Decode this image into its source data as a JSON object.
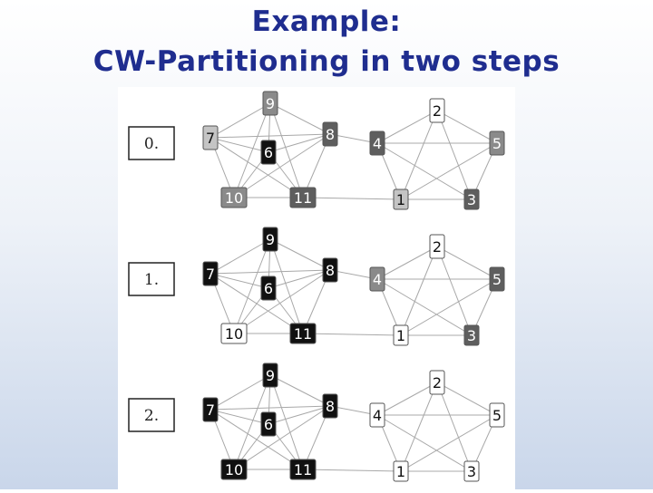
{
  "title": {
    "line1": "Example:",
    "line2": "CW-Partitioning in two steps"
  },
  "colors": {
    "title": "#1f2d8f",
    "black": "#111111",
    "dark_gray": "#5e5e5e",
    "mid_gray": "#8a8a8a",
    "light_gray": "#c4c4c4",
    "white": "#ffffff",
    "edge": "#a8a8a8"
  },
  "edges": [
    [
      1,
      2
    ],
    [
      1,
      3
    ],
    [
      1,
      4
    ],
    [
      1,
      5
    ],
    [
      2,
      3
    ],
    [
      2,
      4
    ],
    [
      2,
      5
    ],
    [
      3,
      4
    ],
    [
      3,
      5
    ],
    [
      4,
      5
    ],
    [
      6,
      7
    ],
    [
      6,
      8
    ],
    [
      6,
      9
    ],
    [
      6,
      10
    ],
    [
      6,
      11
    ],
    [
      7,
      8
    ],
    [
      7,
      9
    ],
    [
      7,
      10
    ],
    [
      7,
      11
    ],
    [
      8,
      9
    ],
    [
      8,
      10
    ],
    [
      8,
      11
    ],
    [
      9,
      10
    ],
    [
      9,
      11
    ],
    [
      10,
      11
    ],
    [
      8,
      4
    ],
    [
      11,
      1
    ]
  ],
  "panels": [
    {
      "step_label": "0.",
      "nodes": [
        {
          "id": 9,
          "label": "9",
          "shade": "mid_gray"
        },
        {
          "id": 7,
          "label": "7",
          "shade": "light_gray"
        },
        {
          "id": 6,
          "label": "6",
          "shade": "black"
        },
        {
          "id": 8,
          "label": "8",
          "shade": "dark_gray"
        },
        {
          "id": 10,
          "label": "10",
          "shade": "mid_gray"
        },
        {
          "id": 11,
          "label": "11",
          "shade": "dark_gray"
        },
        {
          "id": 2,
          "label": "2",
          "shade": "white"
        },
        {
          "id": 4,
          "label": "4",
          "shade": "dark_gray"
        },
        {
          "id": 5,
          "label": "5",
          "shade": "mid_gray"
        },
        {
          "id": 1,
          "label": "1",
          "shade": "light_gray"
        },
        {
          "id": 3,
          "label": "3",
          "shade": "dark_gray"
        }
      ]
    },
    {
      "step_label": "1.",
      "nodes": [
        {
          "id": 9,
          "label": "9",
          "shade": "black"
        },
        {
          "id": 7,
          "label": "7",
          "shade": "black"
        },
        {
          "id": 6,
          "label": "6",
          "shade": "black"
        },
        {
          "id": 8,
          "label": "8",
          "shade": "black"
        },
        {
          "id": 10,
          "label": "10",
          "shade": "white"
        },
        {
          "id": 11,
          "label": "11",
          "shade": "black"
        },
        {
          "id": 2,
          "label": "2",
          "shade": "white"
        },
        {
          "id": 4,
          "label": "4",
          "shade": "mid_gray"
        },
        {
          "id": 5,
          "label": "5",
          "shade": "dark_gray"
        },
        {
          "id": 1,
          "label": "1",
          "shade": "white"
        },
        {
          "id": 3,
          "label": "3",
          "shade": "dark_gray"
        }
      ]
    },
    {
      "step_label": "2.",
      "nodes": [
        {
          "id": 9,
          "label": "9",
          "shade": "black"
        },
        {
          "id": 7,
          "label": "7",
          "shade": "black"
        },
        {
          "id": 6,
          "label": "6",
          "shade": "black"
        },
        {
          "id": 8,
          "label": "8",
          "shade": "black"
        },
        {
          "id": 10,
          "label": "10",
          "shade": "black"
        },
        {
          "id": 11,
          "label": "11",
          "shade": "black"
        },
        {
          "id": 2,
          "label": "2",
          "shade": "white"
        },
        {
          "id": 4,
          "label": "4",
          "shade": "white"
        },
        {
          "id": 5,
          "label": "5",
          "shade": "white"
        },
        {
          "id": 1,
          "label": "1",
          "shade": "white"
        },
        {
          "id": 3,
          "label": "3",
          "shade": "white"
        }
      ]
    }
  ]
}
